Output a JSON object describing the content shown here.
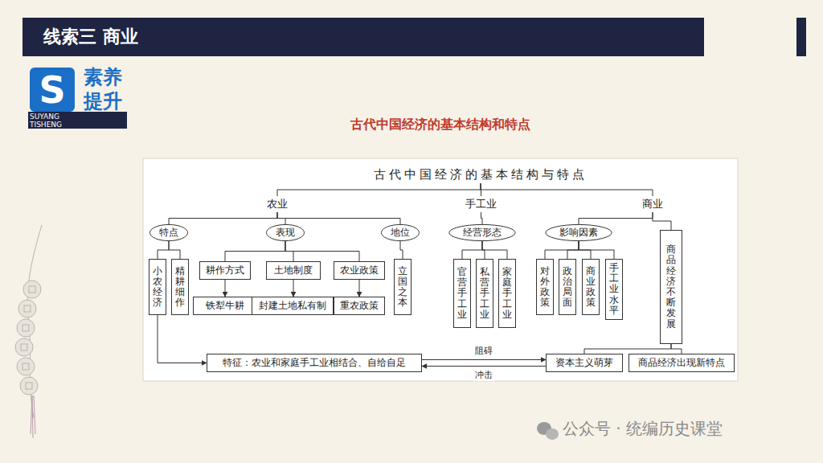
{
  "diagram": {
    "title": "古代中国经济的基本结构和特点",
    "nodes": [
      {
        "text": [
          "线索三 商业"
        ]
      },
      {
        "text": [
          "S"
        ]
      },
      {
        "text": [
          "古代中国经济的基本结构与特点"
        ]
      },
      {
        "text": [
          "农业"
        ]
      },
      {
        "text": [
          "手工业"
        ]
      },
      {
        "text": [
          "商业"
        ]
      },
      {
        "text": [
          "特点"
        ]
      },
      {
        "text": [
          "表现"
        ]
      },
      {
        "text": [
          "地位"
        ]
      },
      {
        "text": [
          "经营形态"
        ]
      },
      {
        "text": [
          "影响因素"
        ]
      },
      {
        "text": [
          "小农经济"
        ]
      },
      {
        "text": [
          "精耕细作"
        ]
      },
      {
        "text": [
          "耕作方式"
        ]
      },
      {
        "text": [
          "铁犁牛耕"
        ]
      },
      {
        "text": [
          "土地制度"
        ]
      },
      {
        "text": [
          "封建土地私有制"
        ]
      },
      {
        "text": [
          "农业政策"
        ]
      },
      {
        "text": [
          "重农政策"
        ]
      },
      {
        "text": [
          "立国之本"
        ]
      },
      {
        "text": [
          "官营手工业"
        ]
      },
      {
        "text": [
          "私营手工业"
        ]
      },
      {
        "text": [
          "家庭手工业"
        ]
      },
      {
        "text": [
          "对外政策"
        ]
      },
      {
        "text": [
          "政治局面"
        ]
      },
      {
        "text": [
          "商业政策"
        ]
      },
      {
        "text": [
          "手工业水平"
        ]
      },
      {
        "text": [
          "商品经济不断发展"
        ]
      },
      {
        "text": [
          "特征：农业和家庭手工业相结合、自给自足"
        ]
      },
      {
        "text": [
          "资本主义萌芽"
        ]
      },
      {
        "text": [
          "商品经济出现新特点"
        ]
      }
    ],
    "edges": [
      {
        "from": 2,
        "to": 3,
        "arrow": "none"
      },
      {
        "from": 2,
        "to": 4,
        "arrow": "none"
      },
      {
        "from": 2,
        "to": 5,
        "arrow": "none"
      },
      {
        "from": 3,
        "to": 6,
        "arrow": "none"
      },
      {
        "from": 3,
        "to": 7,
        "arrow": "none"
      },
      {
        "from": 3,
        "to": 8,
        "arrow": "none"
      },
      {
        "from": 4,
        "to": 9,
        "arrow": "none"
      },
      {
        "from": 5,
        "to": 10,
        "arrow": "none"
      },
      {
        "from": 5,
        "to": 27,
        "arrow": "none"
      },
      {
        "from": 6,
        "to": 11,
        "arrow": "none"
      },
      {
        "from": 6,
        "to": 12,
        "arrow": "none"
      },
      {
        "from": 7,
        "to": 13,
        "arrow": "none"
      },
      {
        "from": 7,
        "to": 15,
        "arrow": "none"
      },
      {
        "from": 7,
        "to": 17,
        "arrow": "none"
      },
      {
        "from": 8,
        "to": 19,
        "arrow": "none"
      },
      {
        "from": 9,
        "to": 20,
        "arrow": "none"
      },
      {
        "from": 9,
        "to": 21,
        "arrow": "none"
      },
      {
        "from": 9,
        "to": 22,
        "arrow": "none"
      },
      {
        "from": 10,
        "to": 23,
        "arrow": "none"
      },
      {
        "from": 10,
        "to": 24,
        "arrow": "none"
      },
      {
        "from": 10,
        "to": 25,
        "arrow": "none"
      },
      {
        "from": 10,
        "to": 26,
        "arrow": "none"
      },
      {
        "from": 13,
        "to": 14,
        "arrow": "to"
      },
      {
        "from": 15,
        "to": 16,
        "arrow": "to"
      },
      {
        "from": 17,
        "to": 18,
        "arrow": "to"
      },
      {
        "from": 11,
        "to": 28,
        "arrow": "to"
      },
      {
        "from": 28,
        "to": 29,
        "label": "阻碍",
        "arrow": "to"
      },
      {
        "from": 29,
        "to": 28,
        "label": "冲击",
        "arrow": "to"
      },
      {
        "from": 27,
        "to": 29,
        "arrow": "none"
      },
      {
        "from": 27,
        "to": 30,
        "arrow": "none"
      }
    ],
    "labels": [
      "素养",
      "提升",
      "SUYANG TISHENG",
      "公众号 · 统编历史课堂"
    ]
  }
}
